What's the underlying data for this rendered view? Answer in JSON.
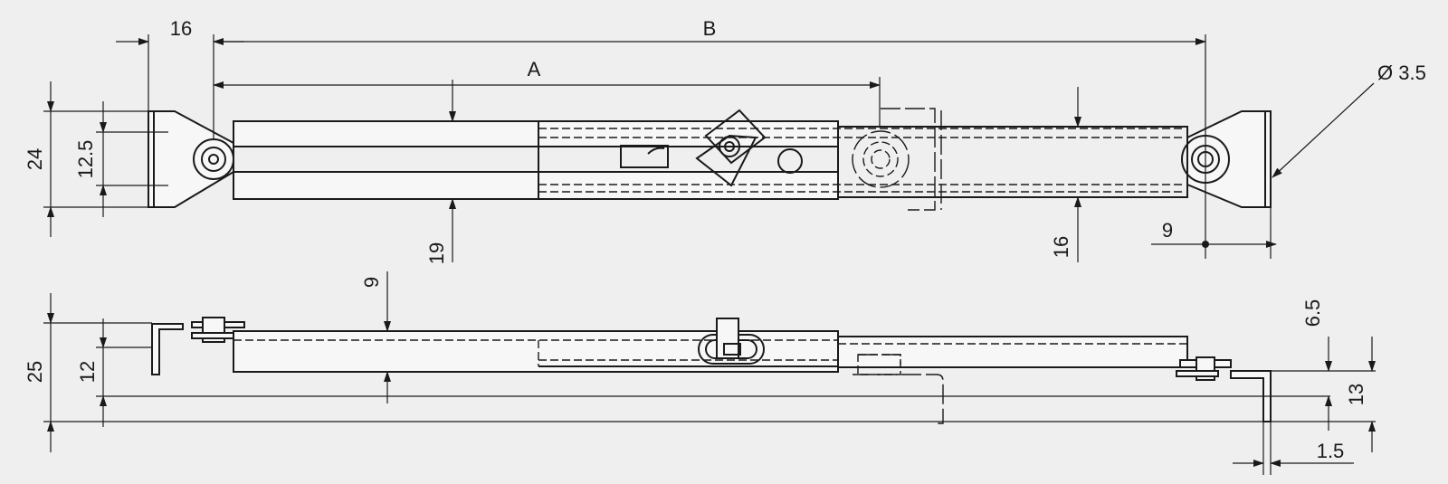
{
  "labels": {
    "dim_16_top": "16",
    "dim_B": "B",
    "dim_A": "A",
    "dim_diameter": "Ø 3.5",
    "dim_24": "24",
    "dim_12_5": "12.5",
    "dim_19": "19",
    "dim_16_right": "16",
    "dim_9_right": "9",
    "dim_9_side": "9",
    "dim_25": "25",
    "dim_12": "12",
    "dim_6_5": "6.5",
    "dim_13": "13",
    "dim_1_5": "1.5"
  }
}
